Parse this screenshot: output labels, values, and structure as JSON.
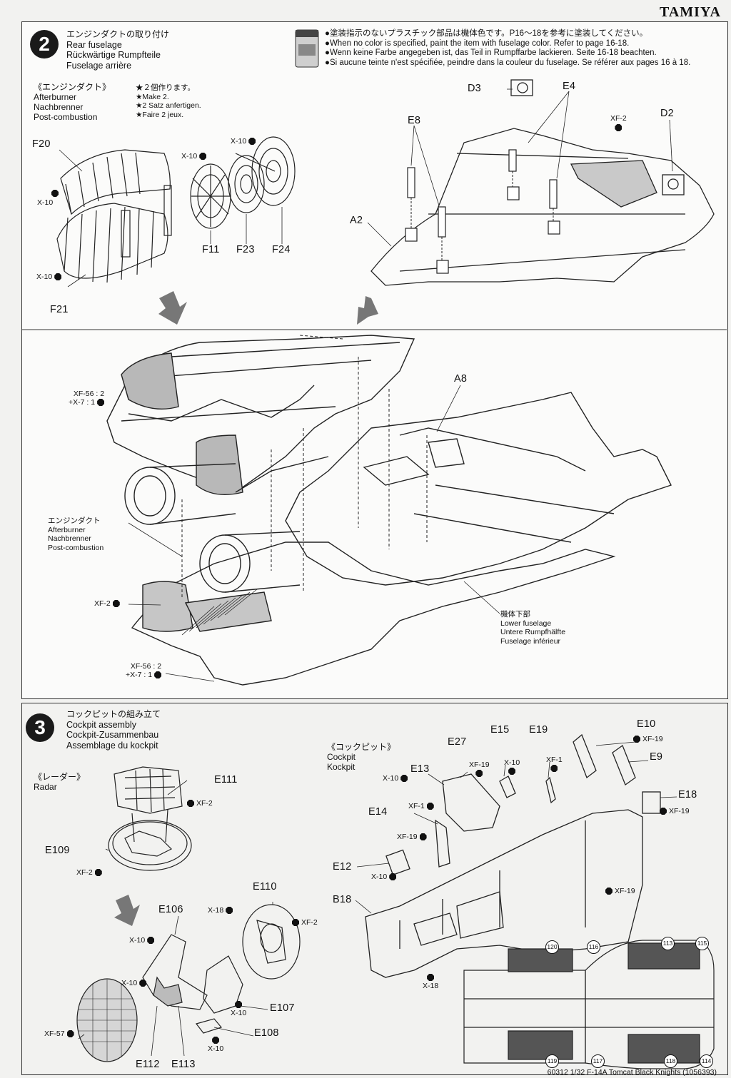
{
  "brand": "TAMIYA",
  "footer": "60312  1/32 F-14A Tomcat Black Knights (1056393)",
  "step2": {
    "number": "2",
    "title_jp": "エンジンダクトの取り付け",
    "title_en": "Rear fuselage",
    "title_de": "Rückwärtige Rumpfteile",
    "title_fr": "Fuselage arrière",
    "notes": [
      "●塗装指示のないプラスチック部品は機体色です。P16〜18を参考に塗装してください。",
      "●When no color is specified, paint the item with fuselage color. Refer to page 16-18.",
      "●Wenn keine Farbe angegeben ist, das Teil in Rumpffarbe lackieren. Seite 16-18 beachten.",
      "●Si aucune teinte n'est spécifiée, peindre dans la couleur du fuselage. Se référer aux pages 16 à 18."
    ],
    "sub_jp": "《エンジンダクト》",
    "sub_en": "Afterburner",
    "sub_de": "Nachbrenner",
    "sub_fr": "Post-combustion",
    "make_jp": "★２個作ります。",
    "make_en": "★Make 2.",
    "make_de": "★2 Satz anfertigen.",
    "make_fr": "★Faire 2 jeux.",
    "parts": {
      "f20": "F20",
      "f21": "F21",
      "f11": "F11",
      "f23": "F23",
      "f24": "F24",
      "d3": "D3",
      "e4": "E4",
      "e8": "E8",
      "d2": "D2",
      "a2": "A2",
      "a8": "A8"
    },
    "paints": {
      "x10": "X-10",
      "xf2": "XF-2",
      "xf56a": "XF-56 : 2",
      "x7a": "+X-7 : 1"
    },
    "duct_jp": "エンジンダクト",
    "duct_en": "Afterburner",
    "duct_de": "Nachbrenner",
    "duct_fr": "Post-combustion",
    "lower_jp": "機体下部",
    "lower_en": "Lower fuselage",
    "lower_de": "Untere Rumpfhälfte",
    "lower_fr": "Fuselage inférieur"
  },
  "step3": {
    "number": "3",
    "title_jp": "コックピットの組み立て",
    "title_en": "Cockpit assembly",
    "title_de": "Cockpit-Zusammenbau",
    "title_fr": "Assemblage du kockpit",
    "radar_jp": "《レーダー》",
    "radar_en": "Radar",
    "cockpit_jp": "《コックピット》",
    "cockpit_en": "Cockpit",
    "cockpit_de": "Kockpit",
    "parts": {
      "e111": "E111",
      "e109": "E109",
      "e106": "E106",
      "e110": "E110",
      "e107": "E107",
      "e108": "E108",
      "e112": "E112",
      "e113b": "E113",
      "e27": "E27",
      "e15": "E15",
      "e19": "E19",
      "e10": "E10",
      "e9": "E9",
      "e13": "E13",
      "e14": "E14",
      "e18": "E18",
      "e12": "E12",
      "b18": "B18"
    },
    "paints": {
      "xf2": "XF-2",
      "x10": "X-10",
      "x18": "X-18",
      "xf57": "XF-57",
      "xf19": "XF-19",
      "xf1": "XF-1"
    },
    "decals": [
      "120",
      "116",
      "113",
      "115",
      "119",
      "117",
      "118",
      "114"
    ]
  }
}
